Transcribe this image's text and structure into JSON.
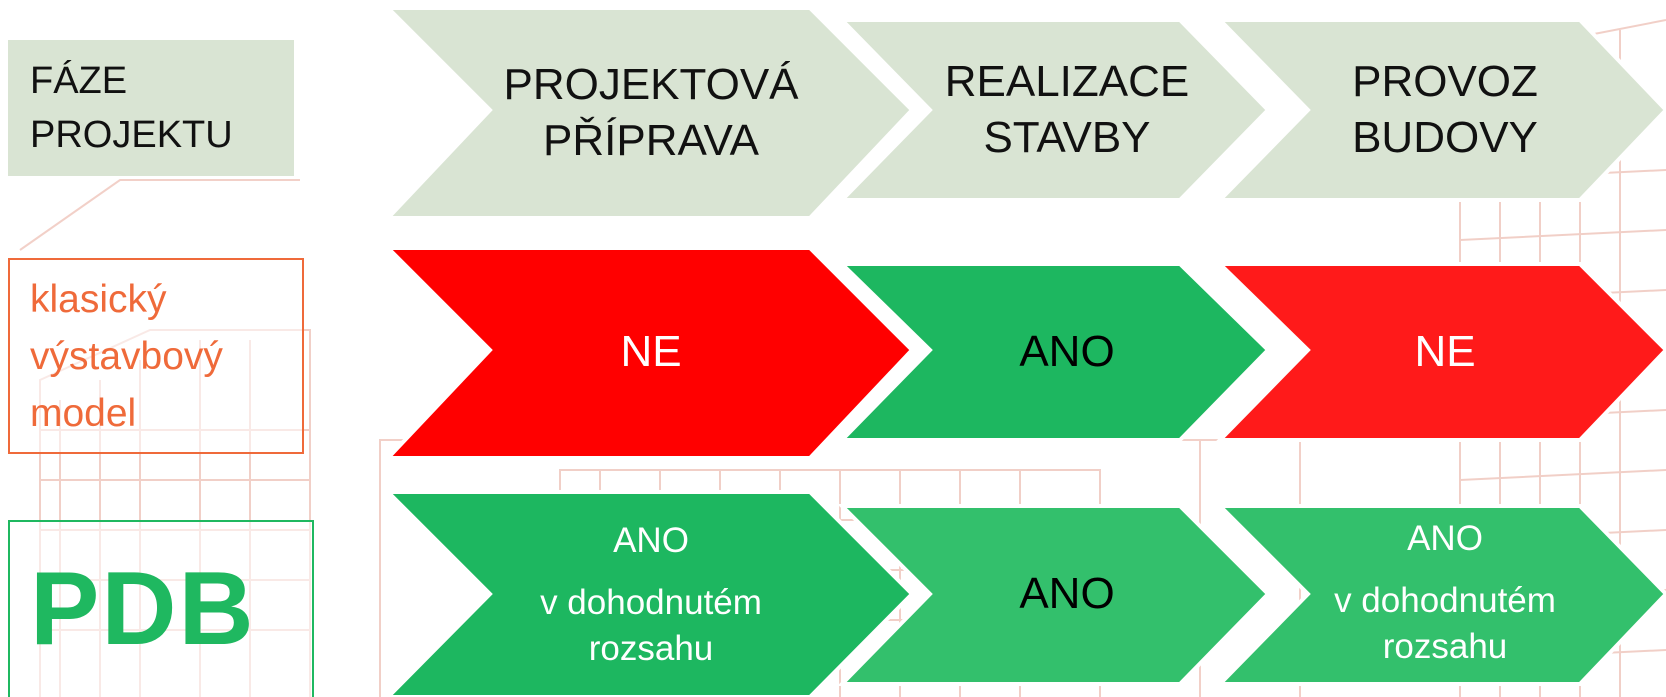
{
  "row_labels": {
    "phase": [
      "FÁZE",
      "PROJEKTU"
    ],
    "classic": [
      "klasický",
      "výstavbový",
      "model"
    ],
    "pdb": "PDB"
  },
  "phases": [
    {
      "lines": [
        "PROJEKTOVÁ",
        "PŘÍPRAVA"
      ]
    },
    {
      "lines": [
        "REALIZACE",
        "STAVBY"
      ]
    },
    {
      "lines": [
        "PROVOZ",
        "BUDOVY"
      ]
    }
  ],
  "classic_row": [
    {
      "text": "NE",
      "fill": "#ff0000",
      "text_color": "#ffffff"
    },
    {
      "text": "ANO",
      "fill": "#1db760",
      "text_color": "#000000"
    },
    {
      "text": "NE",
      "fill": "#ff1a1a",
      "text_color": "#ffffff"
    }
  ],
  "pdb_row": [
    {
      "lines": [
        "ANO",
        "v dohodnutém",
        "rozsahu"
      ],
      "fill": "#1db760"
    },
    {
      "text": "ANO",
      "fill": "#33c06c",
      "text_color": "#000000"
    },
    {
      "lines": [
        "ANO",
        "v dohodnutém",
        "rozsahu"
      ],
      "fill": "#33c06c"
    }
  ],
  "colors": {
    "phase_fill": "#d9e4d3",
    "classic_label": "#ef6a3a",
    "pdb_label": "#1fb860",
    "background_sketch": "#e4a396"
  }
}
